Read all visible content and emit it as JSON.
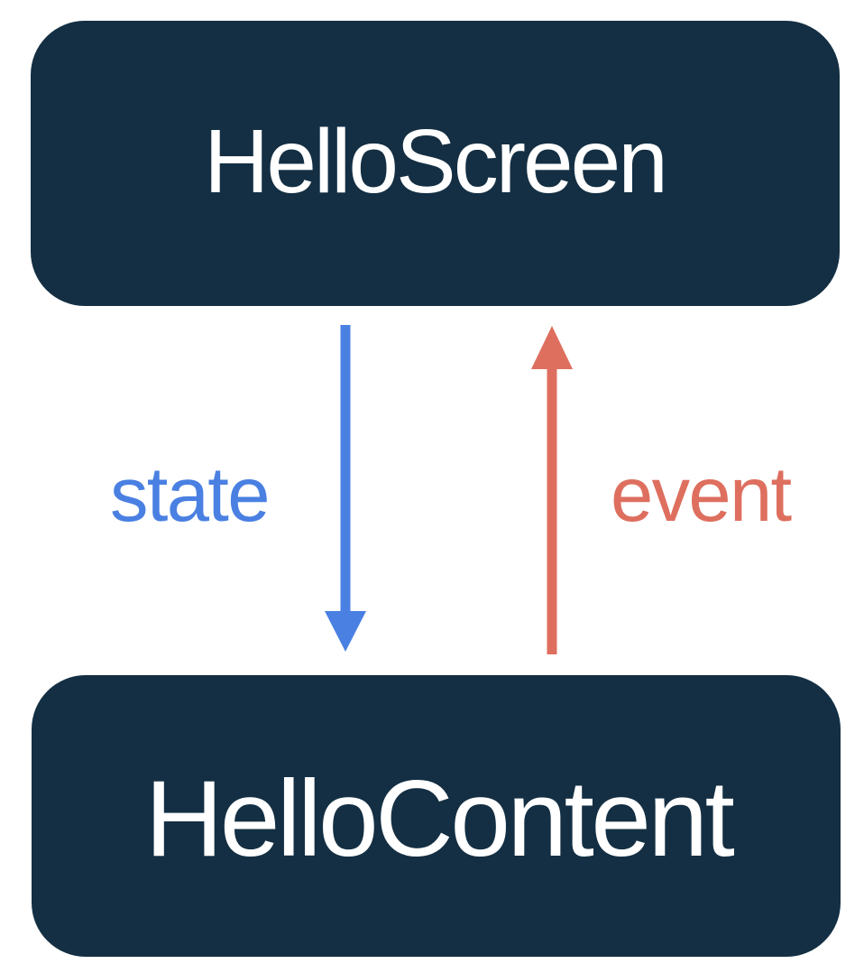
{
  "diagram": {
    "background": "#FFFFFF",
    "nodes": [
      {
        "id": "hello-screen",
        "label": "HelloScreen",
        "bg": "#142F43",
        "text_color": "#FFFFFF"
      },
      {
        "id": "hello-content",
        "label": "HelloContent",
        "bg": "#142F43",
        "text_color": "#FFFFFF"
      }
    ],
    "edges": [
      {
        "id": "state",
        "label": "state",
        "direction": "down",
        "from": "HelloScreen",
        "to": "HelloContent",
        "color": "#4A80E2"
      },
      {
        "id": "event",
        "label": "event",
        "direction": "up",
        "from": "HelloContent",
        "to": "HelloScreen",
        "color": "#DE6F5F"
      }
    ]
  }
}
